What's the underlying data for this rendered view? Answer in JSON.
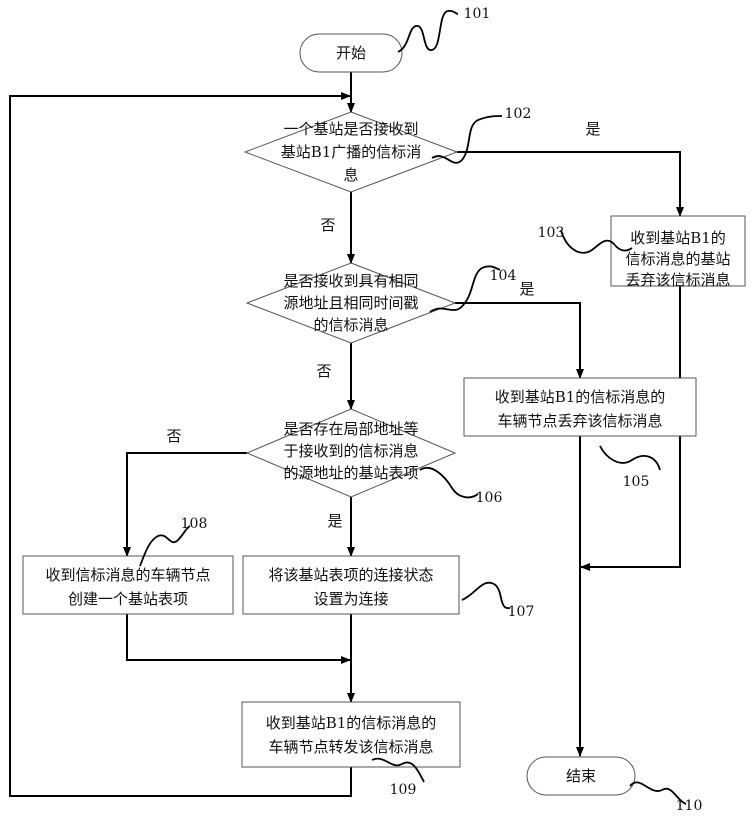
{
  "nodes": {
    "start": {
      "text": "开始"
    },
    "d102": {
      "lines": [
        "一个基站是否接收到",
        "基站B1广播的信标消",
        "息"
      ]
    },
    "b103": {
      "lines": [
        "收到基站B1的",
        "信标消息的基站",
        "丢弃该信标消息"
      ]
    },
    "d104": {
      "lines": [
        "是否接收到具有相同",
        "源地址且相同时间戳",
        "的信标消息"
      ]
    },
    "b105": {
      "lines": [
        "收到基站B1的信标消息的",
        "车辆节点丢弃该信标消息"
      ]
    },
    "d106": {
      "lines": [
        "是否存在局部地址等",
        "于接收到的信标消息",
        "的源地址的基站表项"
      ]
    },
    "b108": {
      "lines": [
        "收到信标消息的车辆节点",
        "创建一个基站表项"
      ]
    },
    "b107": {
      "lines": [
        "将该基站表项的连接状态",
        "设置为连接"
      ]
    },
    "b109": {
      "lines": [
        "收到基站B1的信标消息的",
        "车辆节点转发该信标消息"
      ]
    },
    "end": {
      "text": "结束"
    }
  },
  "edge_labels": {
    "d102_yes": "是",
    "d102_no": "否",
    "d104_yes": "是",
    "d104_no": "否",
    "d106_no": "否",
    "d106_yes": "是"
  },
  "ref_numbers": {
    "r101": "101",
    "r102": "102",
    "r103": "103",
    "r104": "104",
    "r105": "105",
    "r106": "106",
    "r107": "107",
    "r108": "108",
    "r109": "109",
    "r110": "110"
  }
}
